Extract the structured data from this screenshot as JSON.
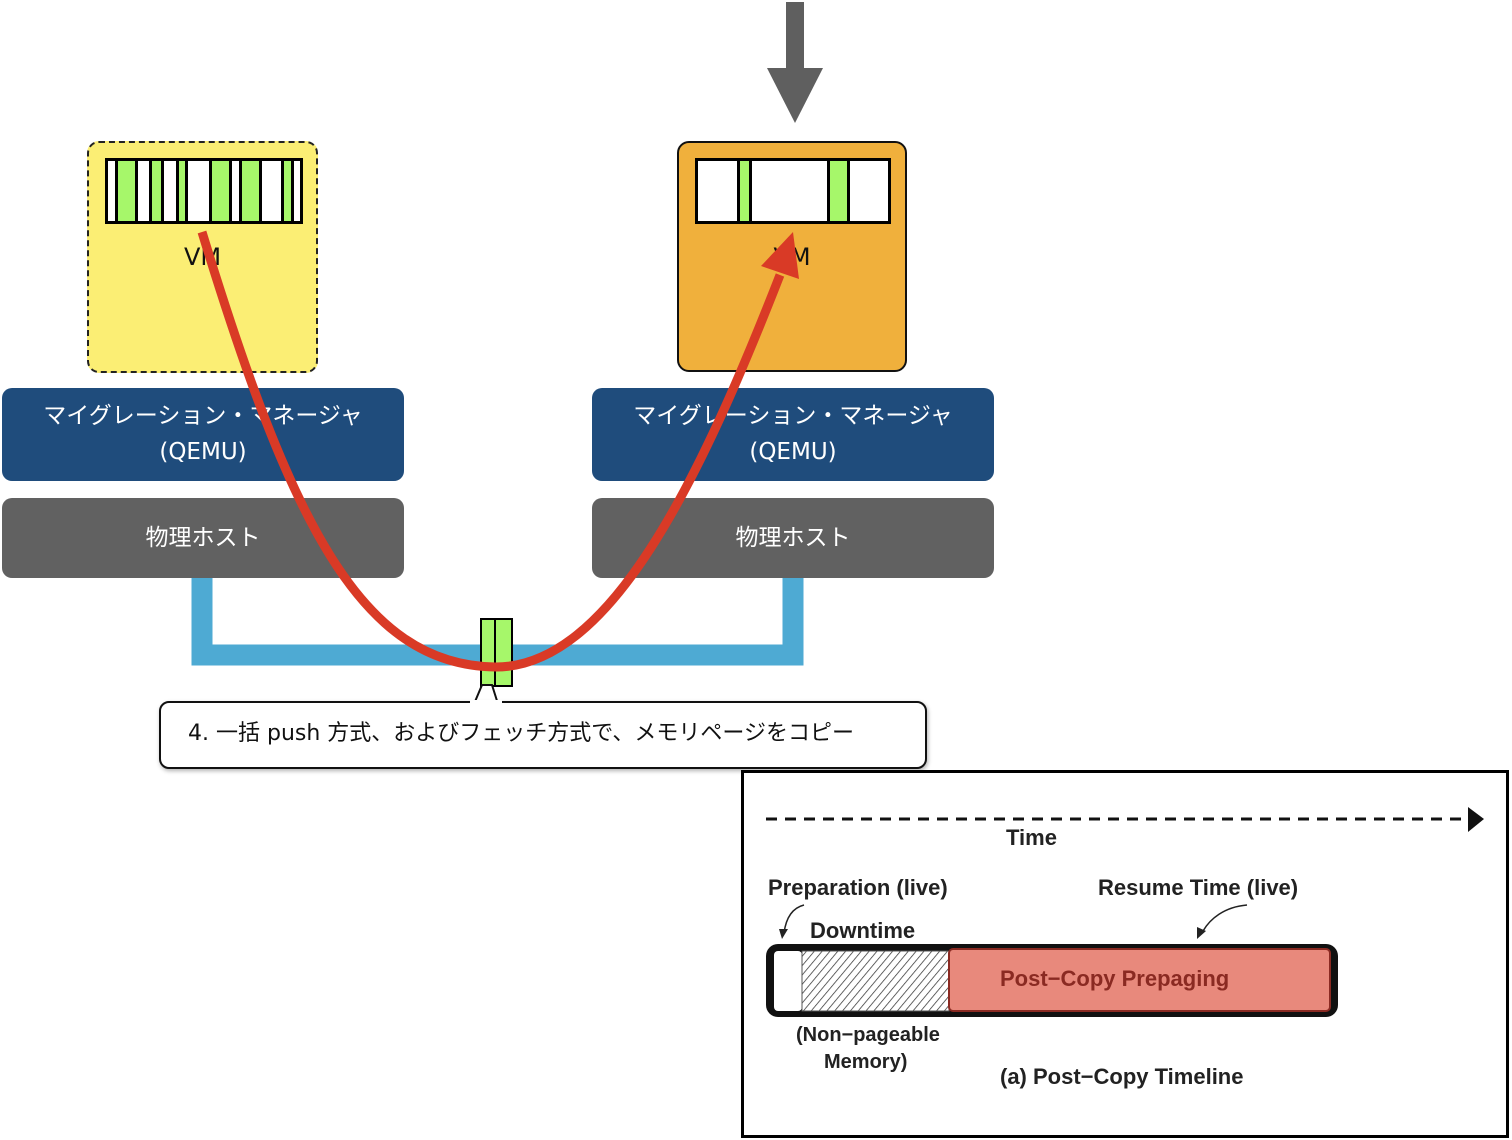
{
  "diagram": {
    "colors": {
      "source_vm_fill": "#fbee74",
      "destination_vm_fill": "#f0b03c",
      "memory_page_dirty": "#a6f76a",
      "memory_page_clean": "#ffffff",
      "migration_manager_fill": "#1f4c7c",
      "physical_host_fill": "#616161",
      "network_link": "#4eaad3",
      "transfer_arrow": "#d93a26",
      "incoming_arrow": "#5f5f5f",
      "prepaging_fill": "#e8897c",
      "prepaging_text": "#8a2a22"
    },
    "source": {
      "vm_label": "VM",
      "memory_pages": [
        "clean",
        "dirty",
        "clean",
        "dirty",
        "clean",
        "dirty",
        "clean",
        "dirty",
        "clean",
        "dirty",
        "clean",
        "dirty",
        "clean"
      ],
      "manager_line1": "マイグレーション・マネージャ",
      "manager_line2": "(QEMU)",
      "host_label": "物理ホスト"
    },
    "destination": {
      "vm_label": "VM",
      "memory_pages": [
        "clean",
        "dirty",
        "clean",
        "dirty",
        "clean"
      ],
      "manager_line1": "マイグレーション・マネージャ",
      "manager_line2": "(QEMU)",
      "host_label": "物理ホスト"
    },
    "transfer_packet_pages": [
      "dirty",
      "dirty"
    ],
    "callout_text": "4. 一括 push 方式、およびフェッチ方式で、メモリページをコピー"
  },
  "timeline_figure": {
    "axis_label": "Time",
    "preparation_label": "Preparation (live)",
    "downtime_label": "Downtime",
    "resume_label": "Resume Time (live)",
    "prepaging_label": "Post−Copy Prepaging",
    "nonpageable_line1": "(Non−pageable",
    "nonpageable_line2": "Memory)",
    "caption": "(a) Post−Copy Timeline"
  }
}
